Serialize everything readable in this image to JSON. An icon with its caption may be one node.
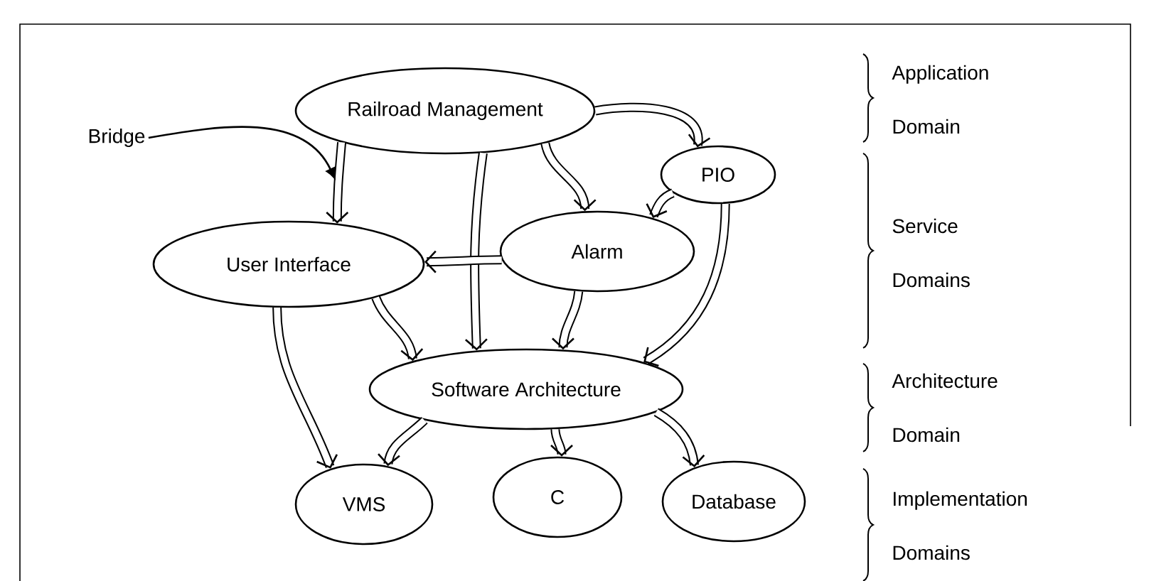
{
  "diagram": {
    "nodes": [
      {
        "text": [
          "Railroad Management"
        ]
      },
      {
        "text": [
          "PIO"
        ]
      },
      {
        "text": [
          "User Interface"
        ]
      },
      {
        "text": [
          "Alarm"
        ]
      },
      {
        "text": [
          "Software Architecture"
        ]
      },
      {
        "text": [
          "VMS"
        ]
      },
      {
        "text": [
          "C"
        ]
      },
      {
        "text": [
          "Database"
        ]
      },
      {
        "text": [
          "Bridge"
        ]
      }
    ],
    "edges": [
      {
        "from": 0,
        "to": 2,
        "arrow": "to"
      },
      {
        "from": 0,
        "to": 4,
        "arrow": "to"
      },
      {
        "from": 0,
        "to": 3,
        "arrow": "to"
      },
      {
        "from": 0,
        "to": 1,
        "arrow": "to"
      },
      {
        "from": 1,
        "to": 3,
        "arrow": "to"
      },
      {
        "from": 1,
        "to": 4,
        "arrow": "to"
      },
      {
        "from": 3,
        "to": 2,
        "arrow": "to"
      },
      {
        "from": 3,
        "to": 4,
        "arrow": "to"
      },
      {
        "from": 2,
        "to": 4,
        "arrow": "to"
      },
      {
        "from": 2,
        "to": 5,
        "arrow": "to"
      },
      {
        "from": 4,
        "to": 5,
        "arrow": "to"
      },
      {
        "from": 4,
        "to": 6,
        "arrow": "to"
      },
      {
        "from": 4,
        "to": 7,
        "arrow": "to"
      },
      {
        "from": 8,
        "to": null,
        "arrow": "to"
      }
    ],
    "labels": [
      "Application Domain",
      "Service Domains",
      "Architecture Domain",
      "Implementation Domains"
    ]
  }
}
